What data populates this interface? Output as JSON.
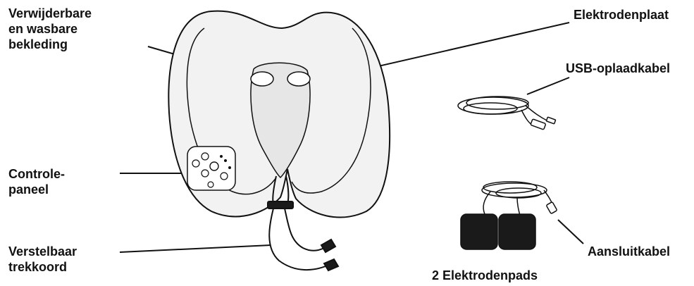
{
  "labels": {
    "cover_line1": "Verwijderbare",
    "cover_line2": "en wasbare",
    "cover_line3": "bekleding",
    "electrode_plate": "Elektrodenplaat",
    "usb_cable": "USB-oplaadkabel",
    "control_line1": "Controle-",
    "control_line2": "paneel",
    "cord_line1": "Verstelbaar",
    "cord_line2": "trekkoord",
    "connection_cable": "Aansluitkabel",
    "pads": "2 Elektrodenpads"
  },
  "colors": {
    "line": "#111111",
    "pillow_fill": "#f2f2f2",
    "pillow_shade": "#d9d9d9",
    "pad_fill": "#1a1a1a"
  }
}
